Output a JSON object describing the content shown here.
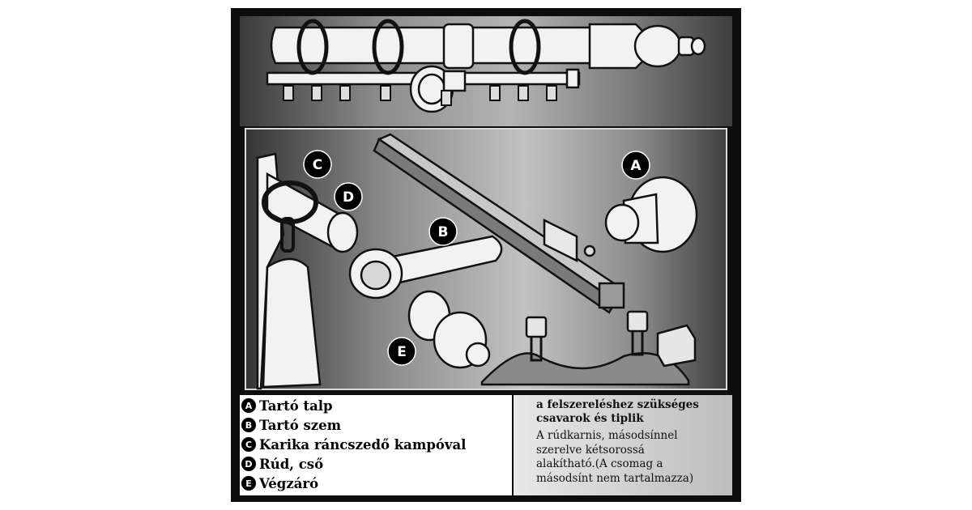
{
  "labels": {
    "a": "A",
    "b": "B",
    "c": "C",
    "d": "D",
    "e": "E"
  },
  "legend": [
    {
      "letter": "A",
      "text": "Tartó talp"
    },
    {
      "letter": "B",
      "text": "Tartó szem"
    },
    {
      "letter": "C",
      "text": "Karika ráncszedő kampóval"
    },
    {
      "letter": "D",
      "text": "Rúd, cső"
    },
    {
      "letter": "E",
      "text": "Végzáró"
    }
  ],
  "note": {
    "heading_line1": "a felszereléshez szükséges",
    "heading_line2": "csavarok és tiplik",
    "body_line1": "A rúdkarnis, másodsínnel",
    "body_line2": "szerelve kétsorossá",
    "body_line3": "alakítható.(A csomag a",
    "body_line4": "másodsínt nem tartalmazza)"
  },
  "colors": {
    "frame": "#0d0d0d",
    "label_bg": "#000000",
    "label_fg": "#ffffff",
    "part_fill": "#f2f2f2",
    "outline": "#111111"
  }
}
